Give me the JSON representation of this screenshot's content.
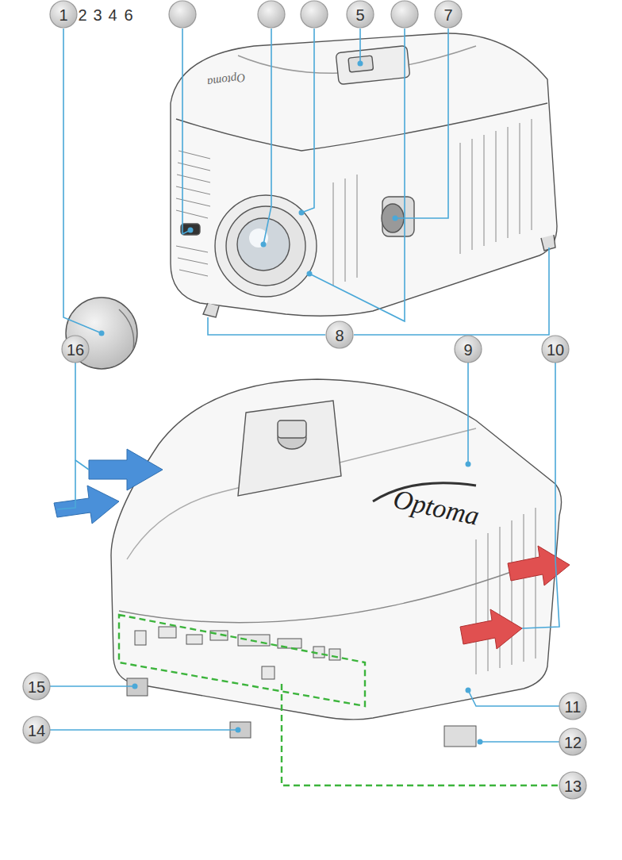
{
  "diagram": {
    "labels": [
      "1",
      "2",
      "3",
      "4",
      "6",
      "5",
      "7",
      "8",
      "Optoma",
      "16",
      "9",
      "10",
      "11",
      "12",
      "13",
      "14",
      "15",
      "Optoma"
    ]
  }
}
